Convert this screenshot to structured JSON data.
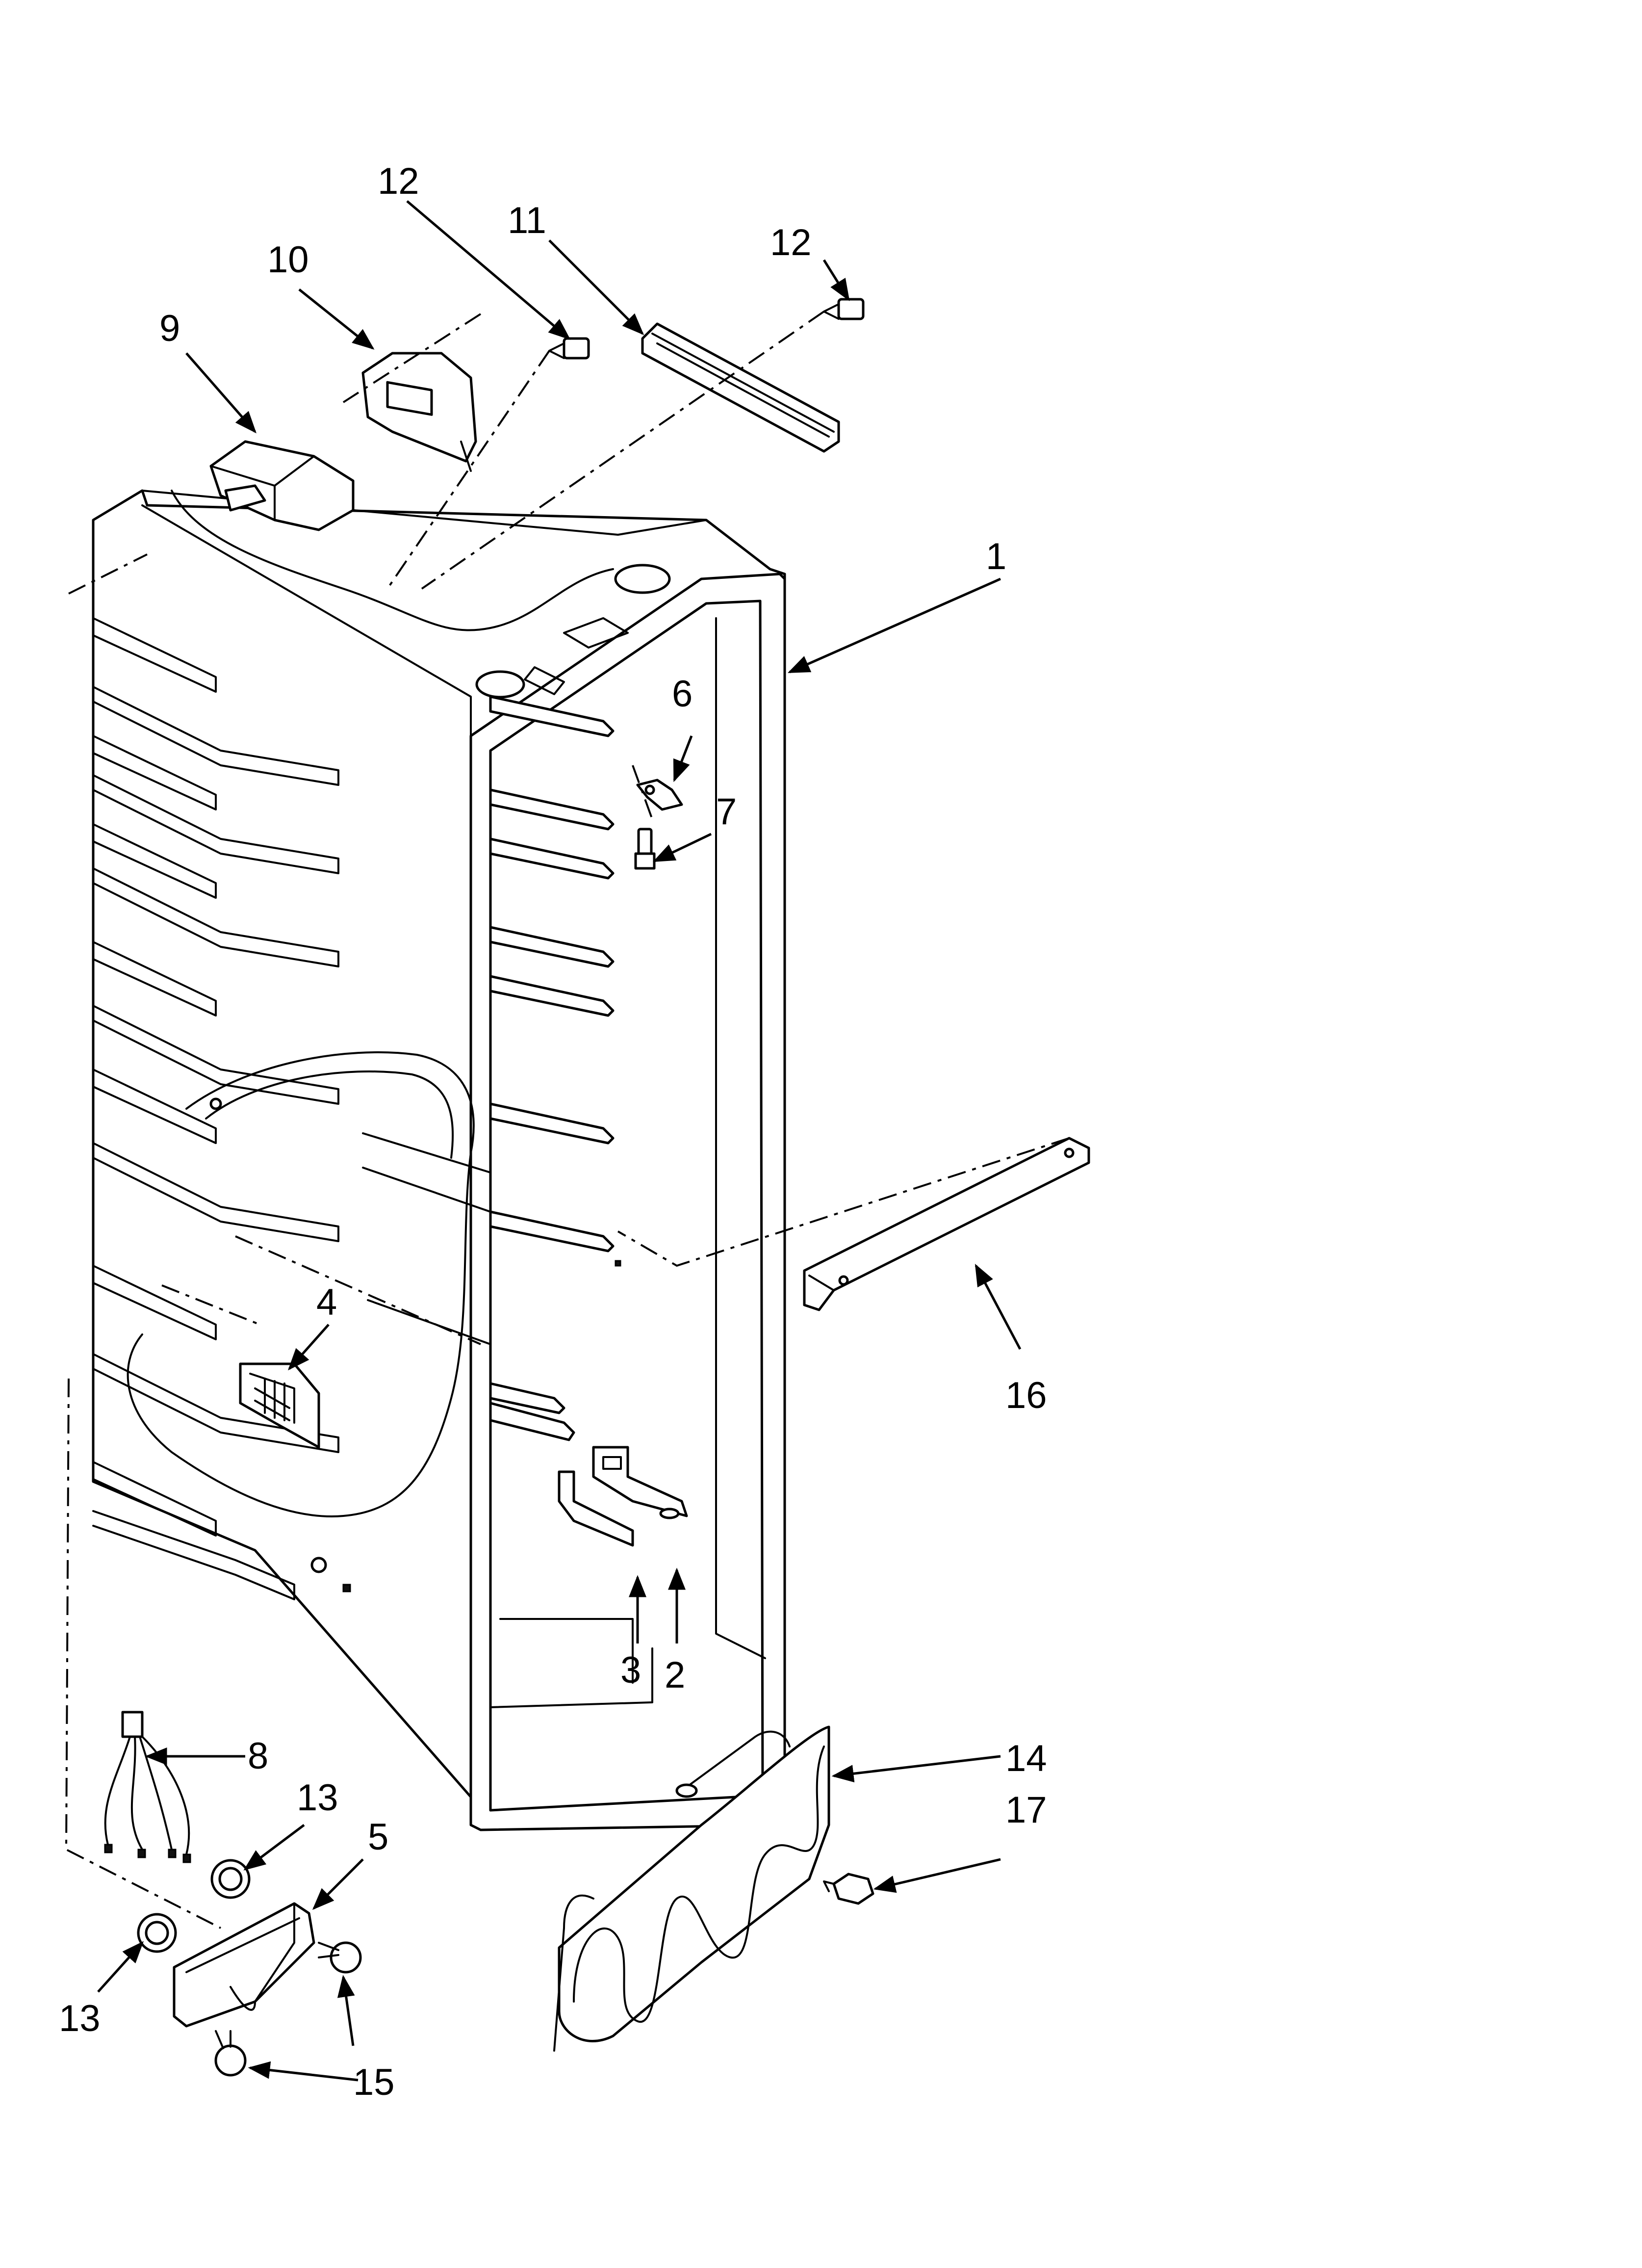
{
  "callouts": [
    {
      "id": "1",
      "label": "1"
    },
    {
      "id": "2",
      "label": "2"
    },
    {
      "id": "3",
      "label": "3"
    },
    {
      "id": "4",
      "label": "4"
    },
    {
      "id": "5",
      "label": "5"
    },
    {
      "id": "6",
      "label": "6"
    },
    {
      "id": "7",
      "label": "7"
    },
    {
      "id": "8",
      "label": "8"
    },
    {
      "id": "9",
      "label": "9"
    },
    {
      "id": "10",
      "label": "10"
    },
    {
      "id": "11",
      "label": "11"
    },
    {
      "id": "12a",
      "label": "12"
    },
    {
      "id": "12b",
      "label": "12"
    },
    {
      "id": "13a",
      "label": "13"
    },
    {
      "id": "13b",
      "label": "13"
    },
    {
      "id": "14",
      "label": "14"
    },
    {
      "id": "15",
      "label": "15"
    },
    {
      "id": "16",
      "label": "16"
    },
    {
      "id": "17",
      "label": "17"
    }
  ]
}
